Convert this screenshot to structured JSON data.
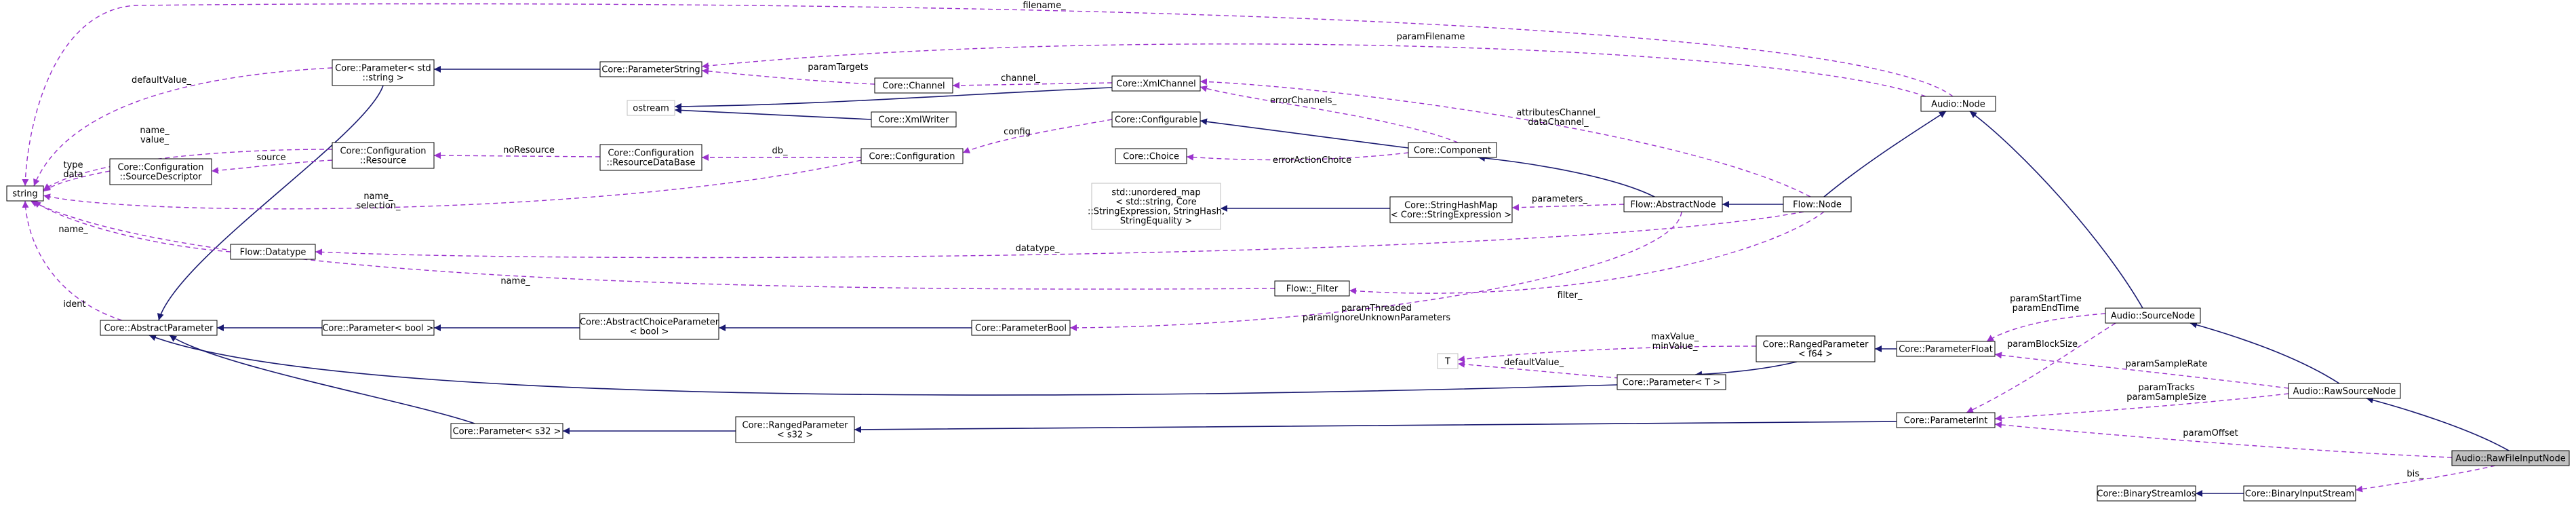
{
  "nodes": [
    {
      "id": "string",
      "lines": [
        "string"
      ]
    },
    {
      "id": "param_string",
      "lines": [
        "Core::Parameter< std",
        "::string >"
      ]
    },
    {
      "id": "parameter_string",
      "lines": [
        "Core::ParameterString"
      ]
    },
    {
      "id": "channel",
      "lines": [
        "Core::Channel"
      ]
    },
    {
      "id": "xml_channel",
      "lines": [
        "Core::XmlChannel"
      ]
    },
    {
      "id": "ostream",
      "lines": [
        "ostream"
      ]
    },
    {
      "id": "xml_writer",
      "lines": [
        "Core::XmlWriter"
      ]
    },
    {
      "id": "configurable",
      "lines": [
        "Core::Configurable"
      ]
    },
    {
      "id": "config_resource",
      "lines": [
        "Core::Configuration",
        "::Resource"
      ]
    },
    {
      "id": "config_source_descriptor",
      "lines": [
        "Core::Configuration",
        "::SourceDescriptor"
      ]
    },
    {
      "id": "resource_database",
      "lines": [
        "Core::Configuration",
        "::ResourceDataBase"
      ]
    },
    {
      "id": "configuration",
      "lines": [
        "Core::Configuration"
      ]
    },
    {
      "id": "choice",
      "lines": [
        "Core::Choice"
      ]
    },
    {
      "id": "component",
      "lines": [
        "Core::Component"
      ]
    },
    {
      "id": "unordered_map",
      "lines": [
        "std::unordered_map",
        "< std::string, Core",
        "::StringExpression, StringHash,",
        "StringEquality >"
      ]
    },
    {
      "id": "string_hash_map",
      "lines": [
        "Core::StringHashMap",
        "< Core::StringExpression >"
      ]
    },
    {
      "id": "abstract_node",
      "lines": [
        "Flow::AbstractNode"
      ]
    },
    {
      "id": "flow_node",
      "lines": [
        "Flow::Node"
      ]
    },
    {
      "id": "audio_node",
      "lines": [
        "Audio::Node"
      ]
    },
    {
      "id": "datatype",
      "lines": [
        "Flow::Datatype"
      ]
    },
    {
      "id": "filter",
      "lines": [
        "Flow::_Filter"
      ]
    },
    {
      "id": "abstract_parameter",
      "lines": [
        "Core::AbstractParameter"
      ]
    },
    {
      "id": "param_bool",
      "lines": [
        "Core::Parameter< bool >"
      ]
    },
    {
      "id": "abstract_choice_param",
      "lines": [
        "Core::AbstractChoiceParameter",
        "< bool >"
      ]
    },
    {
      "id": "parameter_bool",
      "lines": [
        "Core::ParameterBool"
      ]
    },
    {
      "id": "source_node",
      "lines": [
        "Audio::SourceNode"
      ]
    },
    {
      "id": "ranged_f64",
      "lines": [
        "Core::RangedParameter",
        "< f64 >"
      ]
    },
    {
      "id": "parameter_float",
      "lines": [
        "Core::ParameterFloat"
      ]
    },
    {
      "id": "t",
      "lines": [
        "T"
      ]
    },
    {
      "id": "param_t",
      "lines": [
        "Core::Parameter< T >"
      ]
    },
    {
      "id": "raw_source_node",
      "lines": [
        "Audio::RawSourceNode"
      ]
    },
    {
      "id": "param_s32",
      "lines": [
        "Core::Parameter< s32 >"
      ]
    },
    {
      "id": "ranged_s32",
      "lines": [
        "Core::RangedParameter",
        "< s32 >"
      ]
    },
    {
      "id": "parameter_int",
      "lines": [
        "Core::ParameterInt"
      ]
    },
    {
      "id": "raw_file_input_node",
      "lines": [
        "Audio::RawFileInputNode"
      ]
    },
    {
      "id": "binary_stream_ios",
      "lines": [
        "Core::BinaryStreamIos"
      ]
    },
    {
      "id": "binary_input_stream",
      "lines": [
        "Core::BinaryInputStream"
      ]
    }
  ],
  "edge_labels": {
    "filename": [
      "filename_"
    ],
    "param_filename": [
      "paramFilename"
    ],
    "default_value": [
      "defaultValue_"
    ],
    "param_targets": [
      "paramTargets"
    ],
    "channel": [
      "channel_"
    ],
    "error_channels": [
      "errorChannels_"
    ],
    "attributes_channel": [
      "attributesChannel_",
      "dataChannel_"
    ],
    "name_value": [
      "name_",
      "value_"
    ],
    "type_data": [
      "type",
      "data"
    ],
    "source": [
      "source"
    ],
    "no_resource": [
      "noResource"
    ],
    "db": [
      "db_"
    ],
    "config": [
      "config"
    ],
    "error_action_choice": [
      "errorActionChoice"
    ],
    "name_selection": [
      "name_",
      "selection_"
    ],
    "parameters": [
      "parameters_"
    ],
    "name_datatype": [
      "name_"
    ],
    "datatype": [
      "datatype_"
    ],
    "name_filter": [
      "name_"
    ],
    "filter": [
      "filter_"
    ],
    "ident": [
      "ident"
    ],
    "param_threaded": [
      "paramThreaded",
      "paramIgnoreUnknownParameters"
    ],
    "param_start_time": [
      "paramStartTime",
      "paramEndTime"
    ],
    "max_value": [
      "maxValue_",
      "minValue_"
    ],
    "default_value_t": [
      "defaultValue_"
    ],
    "param_block_size": [
      "paramBlockSize"
    ],
    "param_sample_rate": [
      "paramSampleRate"
    ],
    "param_tracks": [
      "paramTracks",
      "paramSampleSize"
    ],
    "param_offset": [
      "paramOffset"
    ],
    "bis": [
      "bis_"
    ]
  }
}
